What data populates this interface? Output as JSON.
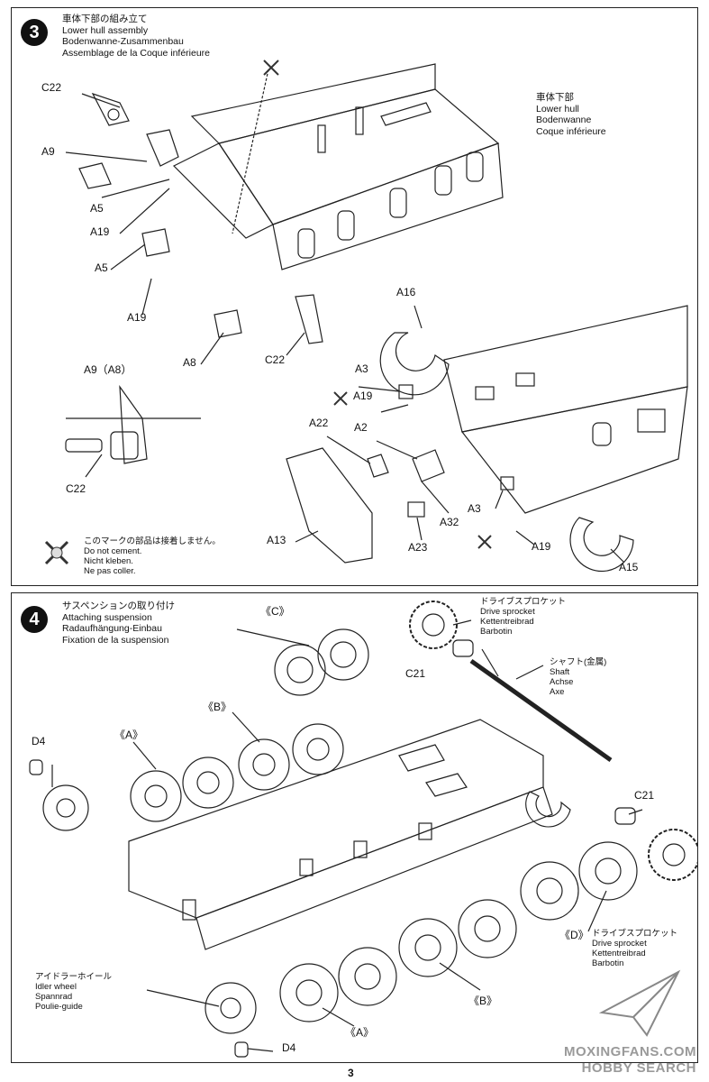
{
  "step3": {
    "number": "3",
    "title": [
      "車体下部の組み立て",
      "Lower hull assembly",
      "Bodenwanne-Zusammenbau",
      "Assemblage de la Coque inférieure"
    ],
    "hull_note": [
      "車体下部",
      "Lower hull",
      "Bodenwanne",
      "Coque inférieure"
    ],
    "parts": {
      "c22_top": "C22",
      "a9": "A9",
      "a5_top": "A5",
      "a19_top": "A19",
      "a5_mid": "A5",
      "a19_mid": "A19",
      "a8": "A8",
      "c22_mid": "C22",
      "a16": "A16",
      "a3_top": "A3",
      "a19_r": "A19",
      "a22": "A22",
      "a2": "A2",
      "a32": "A32",
      "a13": "A13",
      "a23": "A23",
      "a3_bot": "A3",
      "a19_bot": "A19",
      "a15": "A15",
      "a9a8": "A9（A8）",
      "c22_detail": "C22"
    },
    "cement_note": [
      "このマークの部品は接着しません。",
      "Do not cement.",
      "Nicht kleben.",
      "Ne pas coller."
    ]
  },
  "step4": {
    "number": "4",
    "title": [
      "サスペンションの取り付け",
      "Attaching suspension",
      "Radaufhängung-Einbau",
      "Fixation de la suspension"
    ],
    "sprocket_top": [
      "ドライブスプロケット",
      "Drive sprocket",
      "Kettentreibrad",
      "Barbotin"
    ],
    "shaft": [
      "シャフト(金属)",
      "Shaft",
      "Achse",
      "Axe"
    ],
    "sprocket_bot": [
      "ドライブスプロケット",
      "Drive sprocket",
      "Kettentreibrad",
      "Barbotin"
    ],
    "idler": [
      "アイドラーホイール",
      "Idler wheel",
      "Spannrad",
      "Poulie-guide"
    ],
    "parts": {
      "c_top": "《C》",
      "b_top": "《B》",
      "a_top": "《A》",
      "d4_top": "D4",
      "c21_top": "C21",
      "c21_r": "C21",
      "d_bot": "《D》",
      "b_bot": "《B》",
      "a_bot": "《A》",
      "d4_bot": "D4"
    }
  },
  "page_number": "3",
  "watermark": [
    "MOXINGFANS.COM",
    "HOBBY SEARCH"
  ]
}
